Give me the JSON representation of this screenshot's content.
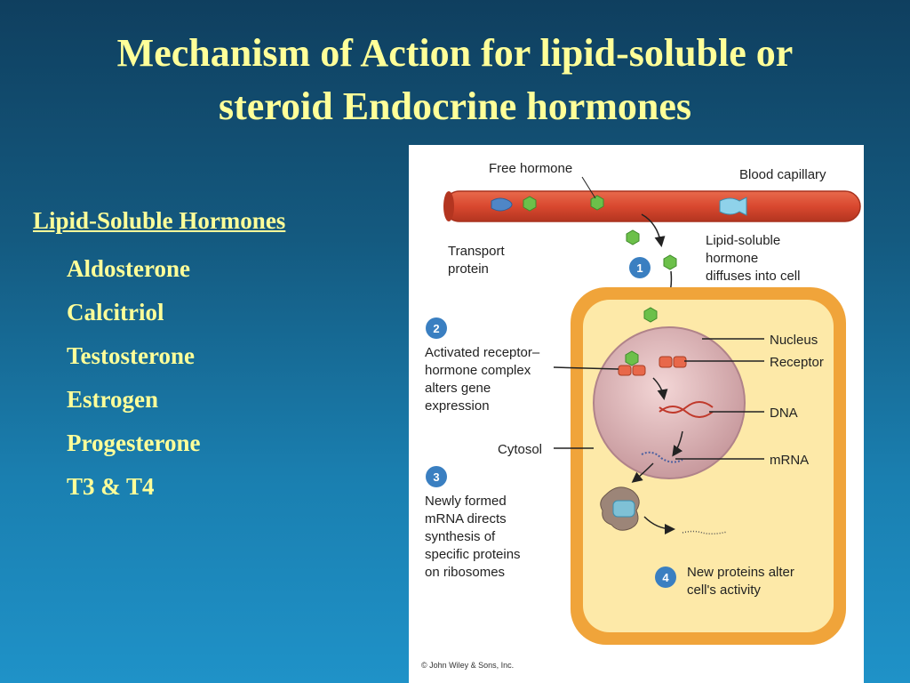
{
  "title": {
    "line1": "Mechanism of Action for lipid-soluble or",
    "line2": "steroid Endocrine hormones"
  },
  "list": {
    "heading": "Lipid-Soluble Hormones",
    "items": [
      "Aldosterone",
      "Calcitriol",
      "Testosterone",
      "Estrogen",
      "Progesterone",
      "T3 & T4"
    ]
  },
  "figure": {
    "labels": {
      "free_hormone": "Free hormone",
      "blood_capillary": "Blood capillary",
      "transport_protein_1": "Transport",
      "transport_protein_2": "protein",
      "lipid_1": "Lipid-soluble",
      "lipid_2": "hormone",
      "lipid_3": "diffuses into cell",
      "activated_1": "Activated receptor–",
      "activated_2": "hormone complex",
      "activated_3": "alters gene",
      "activated_4": "expression",
      "nucleus": "Nucleus",
      "receptor": "Receptor",
      "dna": "DNA",
      "cytosol": "Cytosol",
      "mrna": "mRNA",
      "newly_1": "Newly formed",
      "newly_2": "mRNA directs",
      "newly_3": "synthesis of",
      "newly_4": "specific proteins",
      "newly_5": "on ribosomes",
      "new_proteins_1": "New proteins alter",
      "new_proteins_2": "cell's activity",
      "copyright": "© John Wiley & Sons, Inc."
    },
    "steps": [
      "1",
      "2",
      "3",
      "4"
    ],
    "colors": {
      "capillary": "#d9482f",
      "cell": "#f5c04a",
      "nucleus": "#d9aeb0",
      "hormone": "#6cc04a",
      "receptor": "#e8684a",
      "step_badge": "#3a7fc1"
    }
  }
}
